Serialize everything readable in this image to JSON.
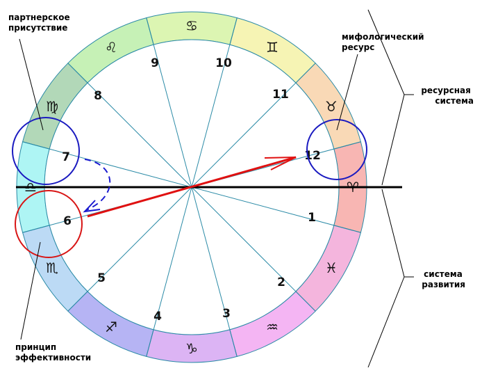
{
  "labels": {
    "partner": [
      "партнерское",
      "присутствие"
    ],
    "myth": [
      "мифологический",
      "ресурс"
    ],
    "resource": [
      "ресурсная",
      "система"
    ],
    "development": [
      "система",
      "развития"
    ],
    "principle": [
      "принцип",
      "эффективности"
    ]
  },
  "houses": [
    "1",
    "2",
    "3",
    "4",
    "5",
    "6",
    "7",
    "8",
    "9",
    "10",
    "11",
    "12"
  ],
  "signs": [
    {
      "name": "aries-icon",
      "glyph": "♈",
      "color": "#f8b6b3"
    },
    {
      "name": "taurus-icon",
      "glyph": "♉",
      "color": "#f9d9b6"
    },
    {
      "name": "gemini-icon",
      "glyph": "♊",
      "color": "#f6f4b4"
    },
    {
      "name": "cancer-icon",
      "glyph": "♋",
      "color": "#dcf5b2"
    },
    {
      "name": "leo-icon",
      "glyph": "♌",
      "color": "#c6f1b6"
    },
    {
      "name": "virgo-icon",
      "glyph": "♍",
      "color": "#b2d8b8"
    },
    {
      "name": "libra-icon",
      "glyph": "♎",
      "color": "#aef5f4"
    },
    {
      "name": "scorpio-icon",
      "glyph": "♏",
      "color": "#bcdaf5"
    },
    {
      "name": "sagittarius-icon",
      "glyph": "♐",
      "color": "#b6b4f4"
    },
    {
      "name": "capricorn-icon",
      "glyph": "♑",
      "color": "#dcb4f4"
    },
    {
      "name": "aquarius-icon",
      "glyph": "♒",
      "color": "#f4b5f3"
    },
    {
      "name": "pisces-icon",
      "glyph": "♓",
      "color": "#f4b5dd"
    }
  ],
  "colors": {
    "spokes": "#2a8aa6",
    "horizon": "#000000",
    "circle_blue": "#1a1ac0",
    "circle_red": "#d81414",
    "arrow_red": "#e01010",
    "arrow_blue_dashed": "#1a1ad0"
  }
}
